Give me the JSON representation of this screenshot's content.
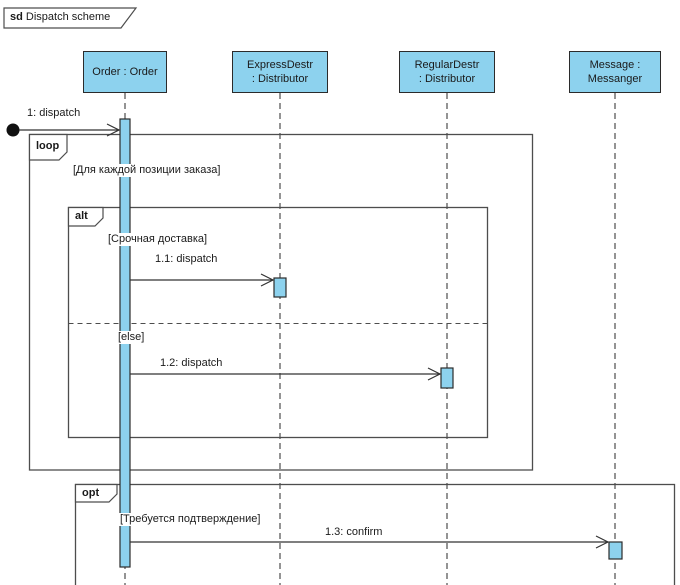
{
  "diagram": {
    "title_keyword": "sd",
    "title_name": "Dispatch scheme"
  },
  "lifelines": [
    {
      "label": "Order : Order"
    },
    {
      "label": "ExpressDestr\n: Distributor"
    },
    {
      "label": "RegularDestr\n: Distributor"
    },
    {
      "label": "Message :\nMessanger"
    }
  ],
  "fragments": {
    "loop": {
      "operator": "loop",
      "guard": "[Для каждой позиции заказа]"
    },
    "alt": {
      "operator": "alt",
      "guard_if": "[Срочная доставка]",
      "guard_else": "[else]"
    },
    "opt": {
      "operator": "opt",
      "guard": "[Требуется подтверждение]"
    }
  },
  "messages": {
    "m1": {
      "label": "1: dispatch"
    },
    "m1_1": {
      "label": "1.1: dispatch"
    },
    "m1_2": {
      "label": "1.2: dispatch"
    },
    "m1_3": {
      "label": "1.3: confirm"
    }
  },
  "colors": {
    "activation_fill": "#8dd2ee",
    "shape_border": "#2b2b2b",
    "frame_border": "#4d4d4d",
    "line": "#333333",
    "text": "#1a1a1a"
  }
}
